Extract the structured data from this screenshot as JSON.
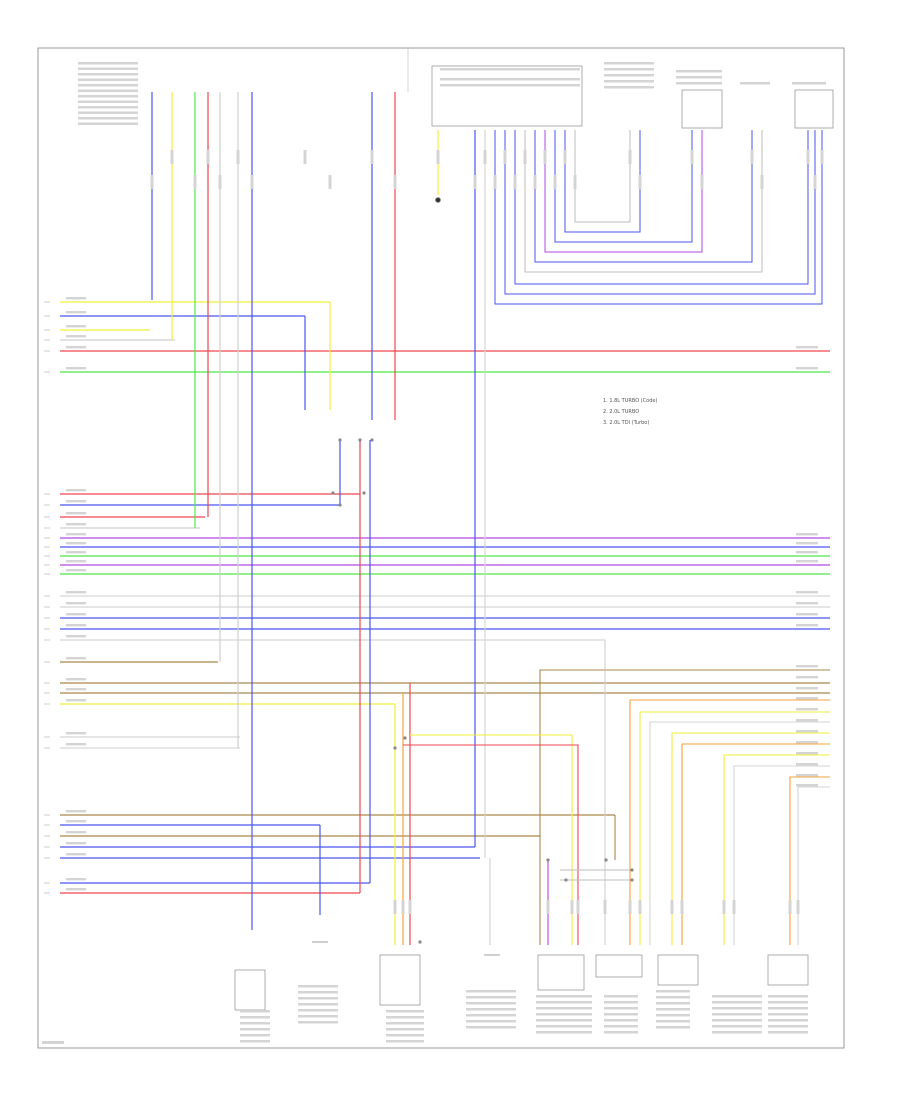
{
  "legend": [
    "1. 1.8L TURBO (Code)",
    "2. 2.0L TURBO",
    "3. 2.0L TDI (Turbo)"
  ],
  "colors": {
    "yellow": "#f2ef3a",
    "blue": "#4a56f0",
    "red": "#f0474f",
    "green": "#4ee84a",
    "gray": "#c9c9c9",
    "violet": "#b347e8",
    "brown": "#a9874a",
    "orange": "#f6a23b",
    "black": "#333333",
    "frame": "#999999"
  }
}
